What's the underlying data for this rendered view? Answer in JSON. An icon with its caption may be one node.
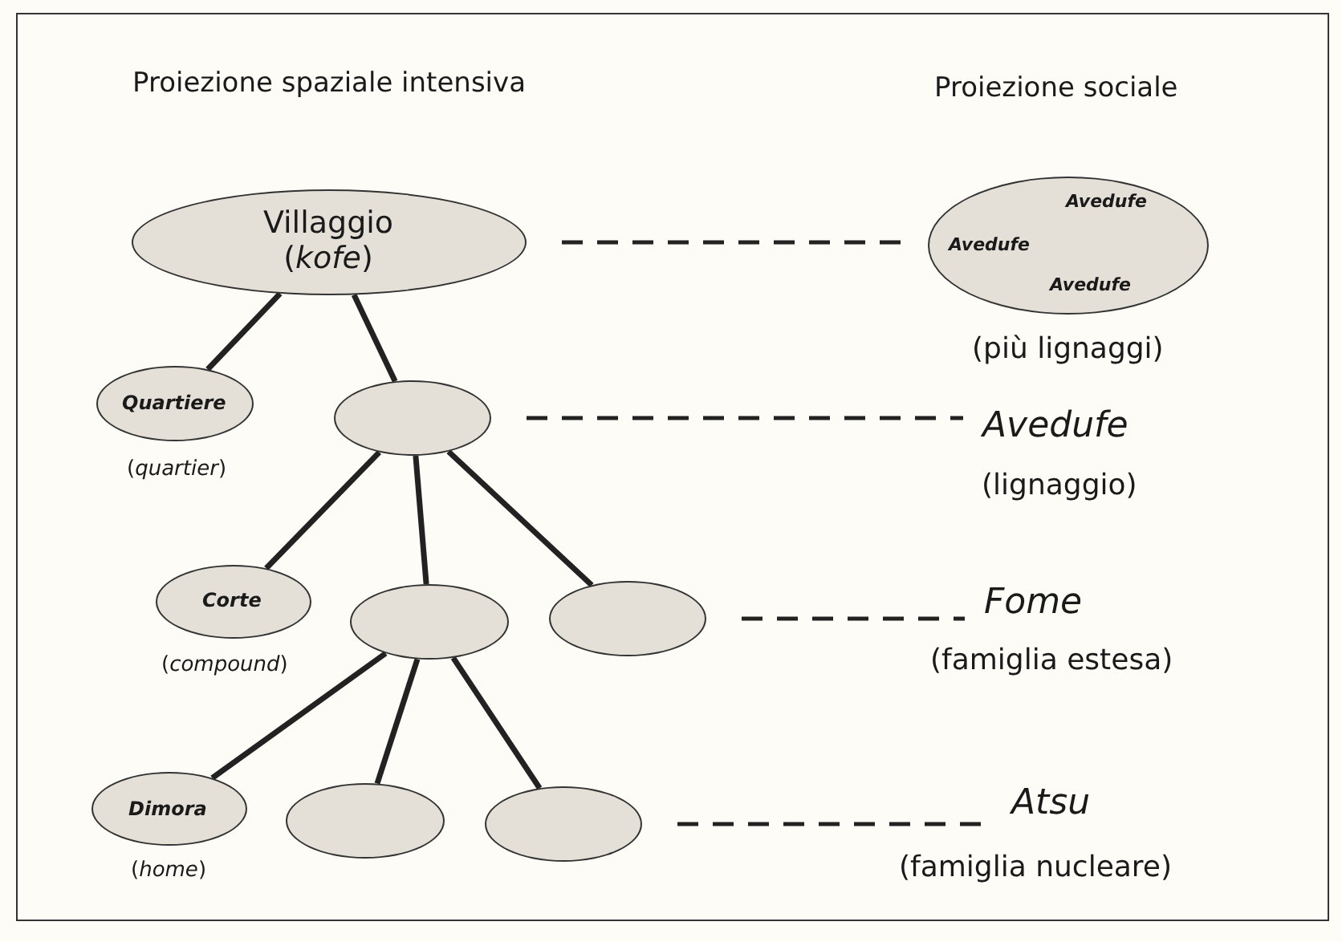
{
  "diagram": {
    "nodes": [
      {
        "text": [
          "Villaggio (*kofe*)"
        ]
      },
      {
        "text": [
          "Avedufe",
          "Avedufe",
          "Avedufe"
        ],
        "beside": [
          "(più lignaggi)"
        ]
      },
      {
        "text": [
          "Quartiere"
        ],
        "beside": [
          "(*quartier*)"
        ]
      },
      {
        "text": [],
        "shape": "ellipse"
      },
      {
        "text": [
          "Avedufe"
        ],
        "beside": [
          "(lignaggio)"
        ]
      },
      {
        "text": [
          "Corte"
        ],
        "beside": [
          "(*compound*)"
        ]
      },
      {
        "text": [],
        "shape": "ellipse"
      },
      {
        "text": [],
        "shape": "ellipse"
      },
      {
        "text": [
          "Fome"
        ],
        "beside": [
          "(famiglia estesa)"
        ]
      },
      {
        "text": [
          "Dimora"
        ],
        "beside": [
          "(*home*)"
        ]
      },
      {
        "text": [],
        "shape": "ellipse"
      },
      {
        "text": [],
        "shape": "ellipse"
      },
      {
        "text": [
          "Atsu"
        ],
        "beside": [
          "(famiglia nucleare)"
        ]
      }
    ],
    "edges": [
      {
        "from": 0,
        "to": 1,
        "arrow": "none",
        "style": "dashed"
      },
      {
        "from": 0,
        "to": 2,
        "arrow": "none"
      },
      {
        "from": 0,
        "to": 3,
        "arrow": "none"
      },
      {
        "from": 3,
        "to": 4,
        "arrow": "none",
        "style": "dashed"
      },
      {
        "from": 3,
        "to": 5,
        "arrow": "none"
      },
      {
        "from": 3,
        "to": 6,
        "arrow": "none"
      },
      {
        "from": 3,
        "to": 7,
        "arrow": "none"
      },
      {
        "from": 7,
        "to": 8,
        "arrow": "none",
        "style": "dashed"
      },
      {
        "from": 6,
        "to": 9,
        "arrow": "none"
      },
      {
        "from": 6,
        "to": 10,
        "arrow": "none"
      },
      {
        "from": 6,
        "to": 11,
        "arrow": "none"
      },
      {
        "from": 11,
        "to": 12,
        "arrow": "none",
        "style": "dashed"
      }
    ],
    "labels": [
      "Proiezione spaziale intensiva",
      "Proiezione sociale"
    ]
  }
}
